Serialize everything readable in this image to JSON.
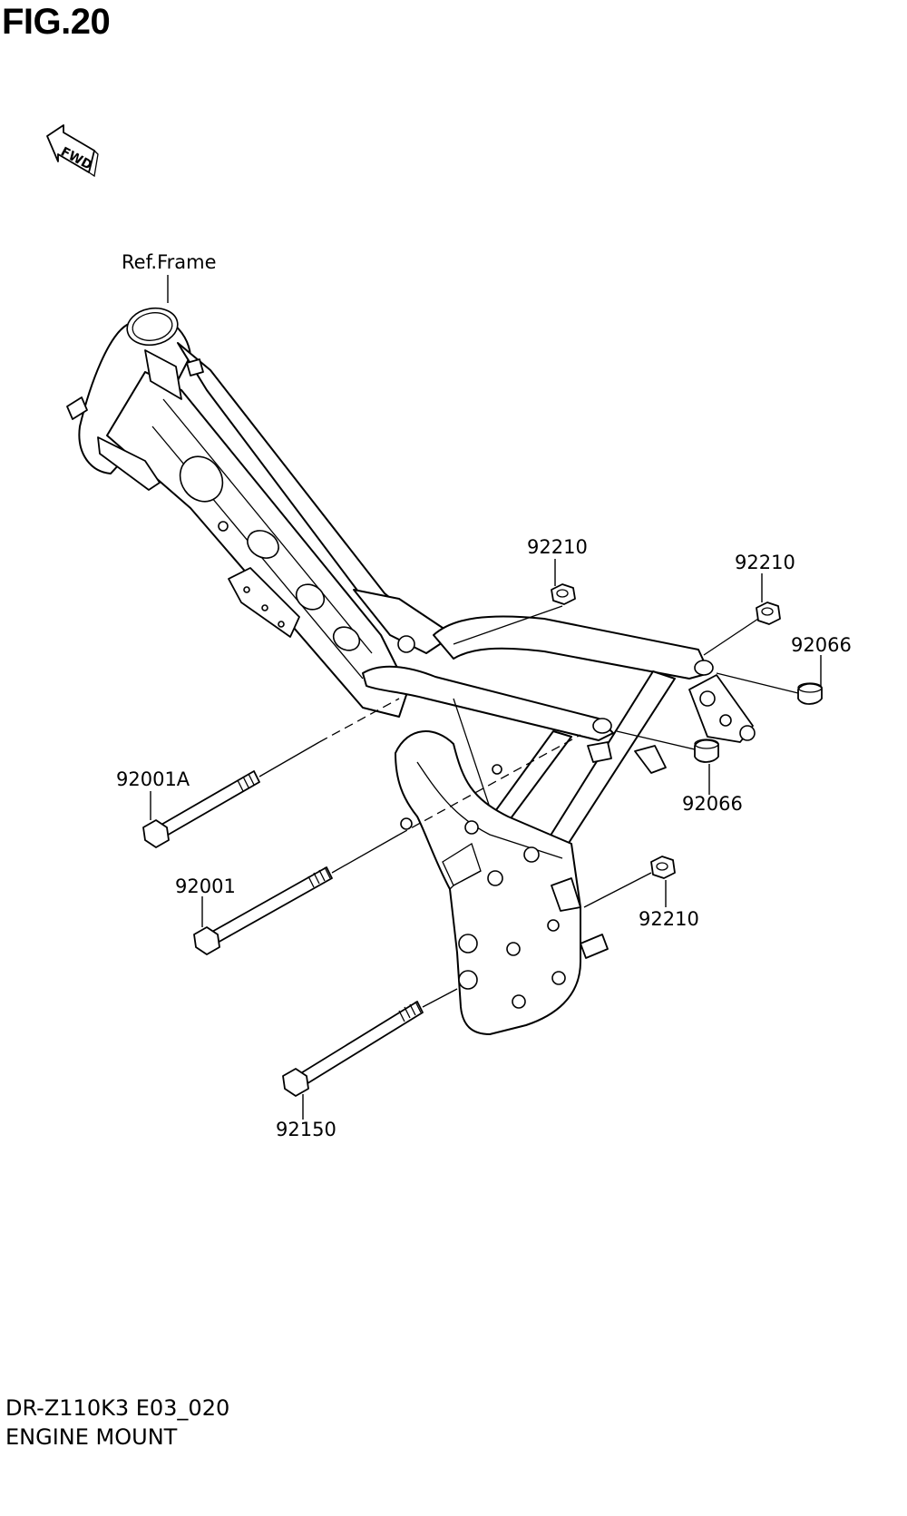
{
  "header": {
    "figure_title": "FIG.20"
  },
  "fwd_indicator": {
    "label": "FWD",
    "icon": "forward-arrow-icon"
  },
  "labels": {
    "ref_frame": "Ref.Frame",
    "nut_upper_left": "92210",
    "nut_upper_right": "92210",
    "cap_right": "92066",
    "cap_center": "92066",
    "nut_lower_right": "92210",
    "bolt_upper": "92001A",
    "bolt_middle": "92001",
    "bolt_lower": "92150"
  },
  "footer": {
    "model_code": "DR-Z110K3 E03_020",
    "section_name": "ENGINE MOUNT"
  }
}
